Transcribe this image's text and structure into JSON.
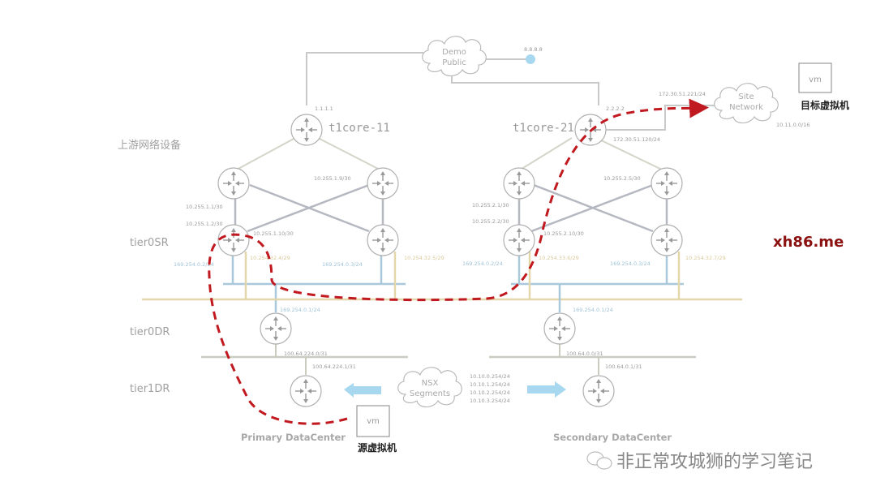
{
  "labels": {
    "upstream": "上游网络设备",
    "tier0sr": "tier0SR",
    "tier0dr": "tier0DR",
    "tier1dr": "tier1DR"
  },
  "clouds": {
    "demo_public": [
      "Demo",
      "Public"
    ],
    "site_network": [
      "Site",
      "Network"
    ],
    "nsx_segments": [
      "NSX",
      "Segments"
    ]
  },
  "routers": {
    "core_left": "t1core-11",
    "core_right": "t1core-21"
  },
  "ips": {
    "dns": "8.8.8.8",
    "core_left_ip": "1.1.1.1",
    "core_right_ip": "2.2.2.2",
    "site_upper": "172.30.51.221/24",
    "site_lower": "172.30.51.120/24",
    "site_subnet": "10.11.0.0/16",
    "left_cross": "10.255.1.9/30",
    "left_a": "10.255.1.1/30",
    "left_b": "10.255.1.2/30",
    "left_c": "10.255.1.10/30",
    "left_sr1_blue": "169.254.0.2/24",
    "left_sr1_yel": "10.254.32.4/29",
    "left_sr2_blue": "169.254.0.3/24",
    "left_sr2_yel": "10.254.32.5/29",
    "left_dr_blue": "169.254.0.1/24",
    "left_transit": "100.64.224.0/31",
    "left_t1": "100.64.224.1/31",
    "right_cross": "10.255.2.5/30",
    "right_a": "10.255.2.1/30",
    "right_b": "10.255.2.2/30",
    "right_c": "10.255.2.10/30",
    "right_sr1_blue": "169.254.0.2/24",
    "right_sr1_yel": "10.254.33.6/29",
    "right_sr2_blue": "169.254.0.3/24",
    "right_sr2_yel": "10.254.32.7/29",
    "right_dr_blue": "169.254.0.1/24",
    "right_transit": "100.64.0.0/31",
    "right_t1": "100.64.0.1/31",
    "seg1": "10.10.0.254/24",
    "seg2": "10.10.1.254/24",
    "seg3": "10.10.2.254/24",
    "seg4": "10.10.3.254/24"
  },
  "datacenters": {
    "primary": "Primary DataCenter",
    "secondary": "Secondary DataCenter"
  },
  "vms": {
    "source_box": "vm",
    "source_label": "源虚拟机",
    "target_box": "vm",
    "target_label": "目标虚拟机"
  },
  "watermark": {
    "text": "非正常攻城狮的学习笔记",
    "icon": "wechat-icon"
  },
  "brand": {
    "text": "xh86.me",
    "color": "#8b1010"
  },
  "colors": {
    "path": "#c0191f",
    "blue_bus": "#a9c8dc",
    "yellow_bus": "#e3d6a8",
    "gray_line": "#c8c8c8",
    "arrow_blue": "#a8d8ef"
  }
}
